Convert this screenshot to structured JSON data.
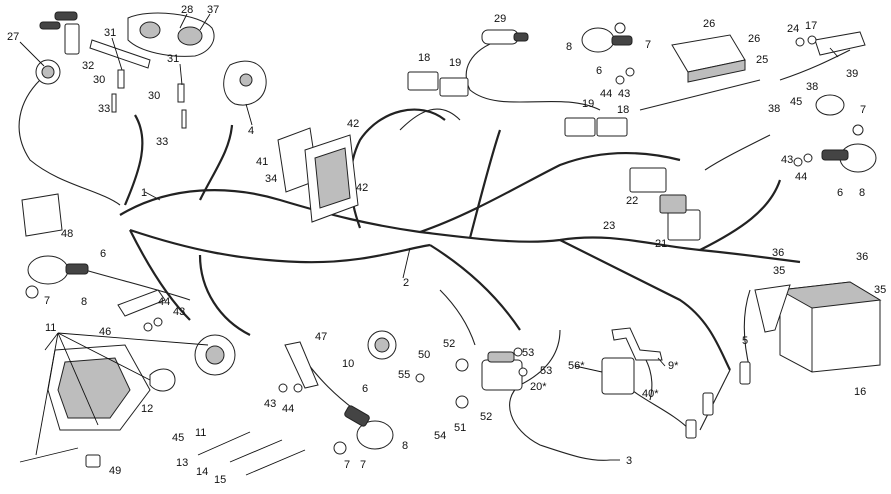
{
  "labels": [
    {
      "id": "l1",
      "text": "1"
    },
    {
      "id": "l2",
      "text": "2"
    },
    {
      "id": "l3",
      "text": "3"
    },
    {
      "id": "l4",
      "text": "4"
    },
    {
      "id": "l5",
      "text": "5"
    },
    {
      "id": "l6a",
      "text": "6"
    },
    {
      "id": "l6b",
      "text": "6"
    },
    {
      "id": "l6c",
      "text": "6"
    },
    {
      "id": "l6d",
      "text": "6"
    },
    {
      "id": "l7a",
      "text": "7"
    },
    {
      "id": "l7b",
      "text": "7"
    },
    {
      "id": "l7c",
      "text": "7"
    },
    {
      "id": "l7d",
      "text": "7"
    },
    {
      "id": "l7e",
      "text": "7"
    },
    {
      "id": "l8a",
      "text": "8"
    },
    {
      "id": "l8b",
      "text": "8"
    },
    {
      "id": "l8c",
      "text": "8"
    },
    {
      "id": "l8d",
      "text": "8"
    },
    {
      "id": "l9",
      "text": "9*"
    },
    {
      "id": "l10",
      "text": "10"
    },
    {
      "id": "l11a",
      "text": "11"
    },
    {
      "id": "l11b",
      "text": "11"
    },
    {
      "id": "l12",
      "text": "12"
    },
    {
      "id": "l13",
      "text": "13"
    },
    {
      "id": "l14",
      "text": "14"
    },
    {
      "id": "l15",
      "text": "15"
    },
    {
      "id": "l16",
      "text": "16"
    },
    {
      "id": "l17",
      "text": "17"
    },
    {
      "id": "l18a",
      "text": "18"
    },
    {
      "id": "l18b",
      "text": "18"
    },
    {
      "id": "l19a",
      "text": "19"
    },
    {
      "id": "l19b",
      "text": "19"
    },
    {
      "id": "l20",
      "text": "20*"
    },
    {
      "id": "l21",
      "text": "21"
    },
    {
      "id": "l22",
      "text": "22"
    },
    {
      "id": "l23",
      "text": "23"
    },
    {
      "id": "l24",
      "text": "24"
    },
    {
      "id": "l25",
      "text": "25"
    },
    {
      "id": "l26a",
      "text": "26"
    },
    {
      "id": "l26b",
      "text": "26"
    },
    {
      "id": "l27",
      "text": "27"
    },
    {
      "id": "l28",
      "text": "28"
    },
    {
      "id": "l29",
      "text": "29"
    },
    {
      "id": "l30a",
      "text": "30"
    },
    {
      "id": "l30b",
      "text": "30"
    },
    {
      "id": "l31a",
      "text": "31"
    },
    {
      "id": "l31b",
      "text": "31"
    },
    {
      "id": "l32",
      "text": "32"
    },
    {
      "id": "l33a",
      "text": "33"
    },
    {
      "id": "l33b",
      "text": "33"
    },
    {
      "id": "l34",
      "text": "34"
    },
    {
      "id": "l35a",
      "text": "35"
    },
    {
      "id": "l35b",
      "text": "35"
    },
    {
      "id": "l36a",
      "text": "36"
    },
    {
      "id": "l36b",
      "text": "36"
    },
    {
      "id": "l37",
      "text": "37"
    },
    {
      "id": "l38a",
      "text": "38"
    },
    {
      "id": "l38b",
      "text": "38"
    },
    {
      "id": "l39",
      "text": "39"
    },
    {
      "id": "l40",
      "text": "40*"
    },
    {
      "id": "l41",
      "text": "41"
    },
    {
      "id": "l42a",
      "text": "42"
    },
    {
      "id": "l42b",
      "text": "42"
    },
    {
      "id": "l43a",
      "text": "43"
    },
    {
      "id": "l43b",
      "text": "43"
    },
    {
      "id": "l43c",
      "text": "43"
    },
    {
      "id": "l43d",
      "text": "43"
    },
    {
      "id": "l44a",
      "text": "44"
    },
    {
      "id": "l44b",
      "text": "44"
    },
    {
      "id": "l44c",
      "text": "44"
    },
    {
      "id": "l44d",
      "text": "44"
    },
    {
      "id": "l45a",
      "text": "45"
    },
    {
      "id": "l45b",
      "text": "45"
    },
    {
      "id": "l46",
      "text": "46"
    },
    {
      "id": "l47",
      "text": "47"
    },
    {
      "id": "l48",
      "text": "48"
    },
    {
      "id": "l49",
      "text": "49"
    },
    {
      "id": "l50",
      "text": "50"
    },
    {
      "id": "l51",
      "text": "51"
    },
    {
      "id": "l52a",
      "text": "52"
    },
    {
      "id": "l52b",
      "text": "52"
    },
    {
      "id": "l53a",
      "text": "53"
    },
    {
      "id": "l53b",
      "text": "53"
    },
    {
      "id": "l54",
      "text": "54"
    },
    {
      "id": "l55",
      "text": "55"
    },
    {
      "id": "l56",
      "text": "56*"
    }
  ]
}
